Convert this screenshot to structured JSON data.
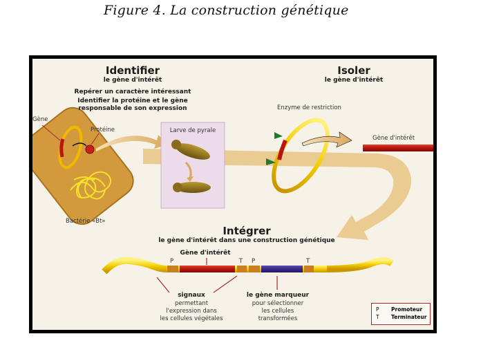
{
  "figure_title": "Figure 4. La construction génétique",
  "identify": {
    "title": "Identifier",
    "subtitle": "le gène d'intérêt",
    "line1": "Repérer un caractère intéressant",
    "line2": "Identifier la protéine et le gène",
    "line3": "responsable de son expression",
    "gene_label": "Gène",
    "protein_label": "Protéine",
    "bacteria_label": "Bactérie «Bt»",
    "larva_label": "Larve de pyrale"
  },
  "isolate": {
    "title": "Isoler",
    "subtitle": "le gène d'intérêt",
    "enzyme_label": "Enzyme de restriction",
    "gene_label": "Gène d'intérêt"
  },
  "integrate": {
    "title": "Intégrer",
    "subtitle": "le gène d'intérêt dans une construction génétique",
    "gene_label": "Gène d'intérêt",
    "markers": [
      "P",
      "T",
      "P",
      "T"
    ],
    "signals_title": "signaux",
    "signals_lines": [
      "permettant",
      "l'expression dans",
      "les cellules végétales"
    ],
    "marker_title": "le gène marqueur",
    "marker_lines": [
      "pour sélectionner",
      "les cellules",
      "transformées"
    ]
  },
  "legend": {
    "items": [
      {
        "key": "P",
        "value": "Promoteur"
      },
      {
        "key": "T",
        "value": "Terminateur"
      }
    ]
  },
  "colors": {
    "frame": "#000000",
    "background": "#f7f2e8",
    "flow_arrow": "#e8c88a",
    "dna_yellow": "#f0c800",
    "gene_red": "#b8150f",
    "marker_blue": "#3a2a8a",
    "signal_orange": "#c8801e",
    "larva_box": "#ecdbe8",
    "legend_border": "#a52a2a",
    "enzyme_green": "#1f7a2e"
  }
}
